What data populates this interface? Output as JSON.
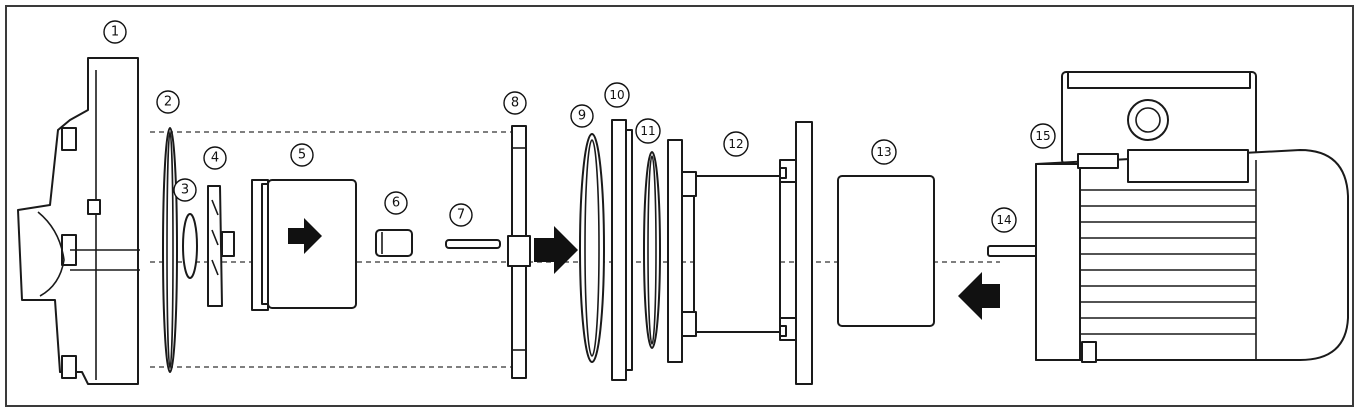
{
  "callouts": [
    {
      "id": "1",
      "label": "1"
    },
    {
      "id": "2",
      "label": "2"
    },
    {
      "id": "3",
      "label": "3"
    },
    {
      "id": "4",
      "label": "4"
    },
    {
      "id": "5",
      "label": "5"
    },
    {
      "id": "6",
      "label": "6"
    },
    {
      "id": "7",
      "label": "7"
    },
    {
      "id": "8",
      "label": "8"
    },
    {
      "id": "9",
      "label": "9"
    },
    {
      "id": "10",
      "label": "10"
    },
    {
      "id": "11",
      "label": "11"
    },
    {
      "id": "12",
      "label": "12"
    },
    {
      "id": "13",
      "label": "13"
    },
    {
      "id": "14",
      "label": "14"
    },
    {
      "id": "15",
      "label": "15"
    }
  ],
  "colors": {
    "line": "#1a1a1a",
    "frame": "#3a3a3a",
    "background": "#ffffff"
  }
}
